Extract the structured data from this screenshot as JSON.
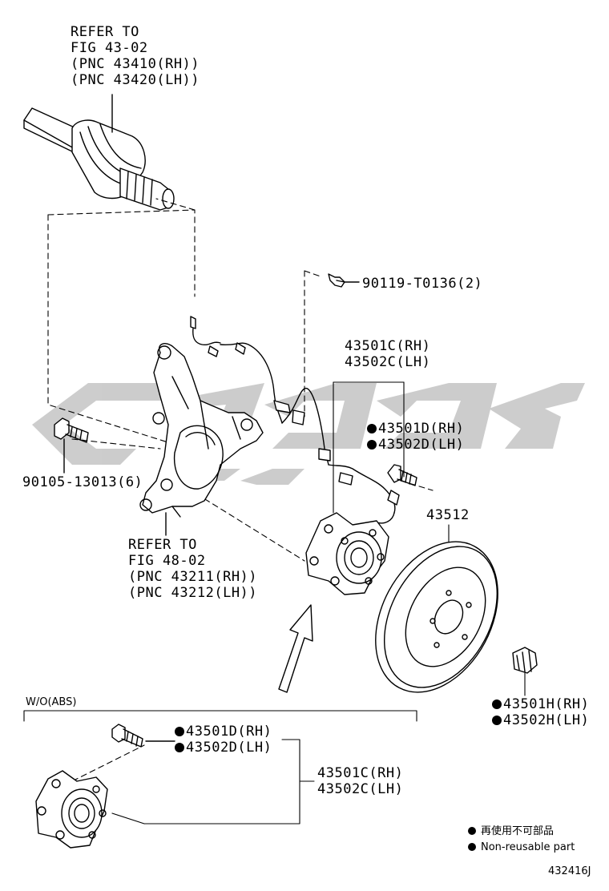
{
  "callouts": {
    "driveshaft_ref": [
      "REFER TO",
      "FIG 43-02",
      "(PNC 43410(RH))",
      "(PNC 43420(LH))"
    ],
    "bolt_top": "90119-T0136(2)",
    "hub_assy": [
      "43501C(RH)",
      "43502C(LH)"
    ],
    "hub_bolt": [
      "43501D(RH)",
      "43502D(LH)"
    ],
    "knuckle_bolt": "90105-13013(6)",
    "disc": "43512",
    "knuckle_ref": [
      "REFER TO",
      "FIG 48-02",
      "(PNC 43211(RH))",
      "(PNC 43212(LH))"
    ],
    "nut": [
      "43501H(RH)",
      "43502H(LH)"
    ]
  },
  "inset": {
    "title": "W/O(ABS)",
    "bolt": [
      "43501D(RH)",
      "43502D(LH)"
    ],
    "hub": [
      "43501C(RH)",
      "43502C(LH)"
    ]
  },
  "legend": {
    "jp": "再使用不可部品",
    "en": "Non-reusable part"
  },
  "figure_id": "432416J",
  "watermark_color": "#bdbdbd"
}
